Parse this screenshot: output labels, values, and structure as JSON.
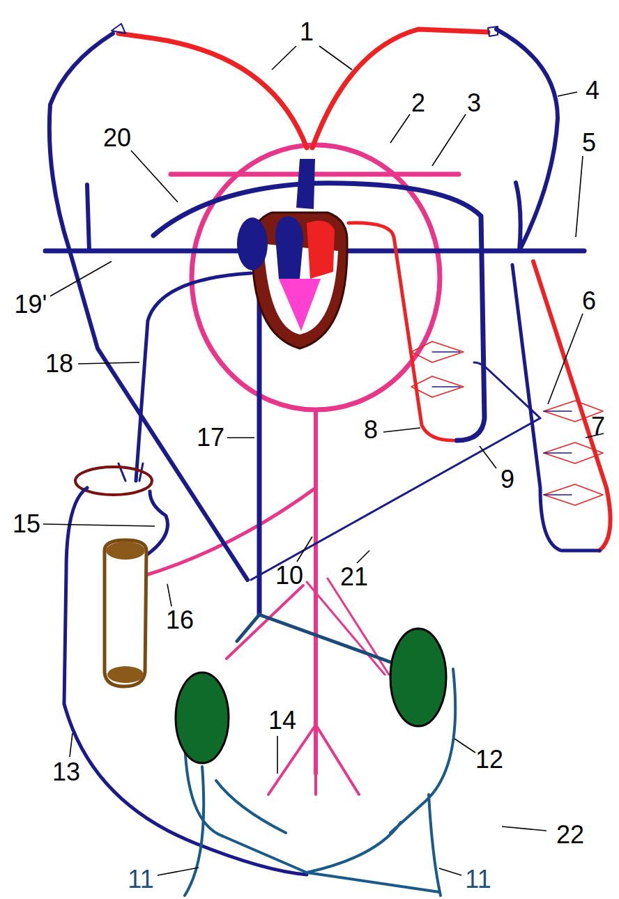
{
  "diagram": {
    "labels": [
      "1",
      "2",
      "3",
      "20",
      "4",
      "5",
      "19'",
      "6",
      "18",
      "7",
      "8",
      "17",
      "9",
      "15",
      "16",
      "10",
      "21",
      "14",
      "13",
      "12",
      "22",
      "11",
      "11"
    ]
  }
}
